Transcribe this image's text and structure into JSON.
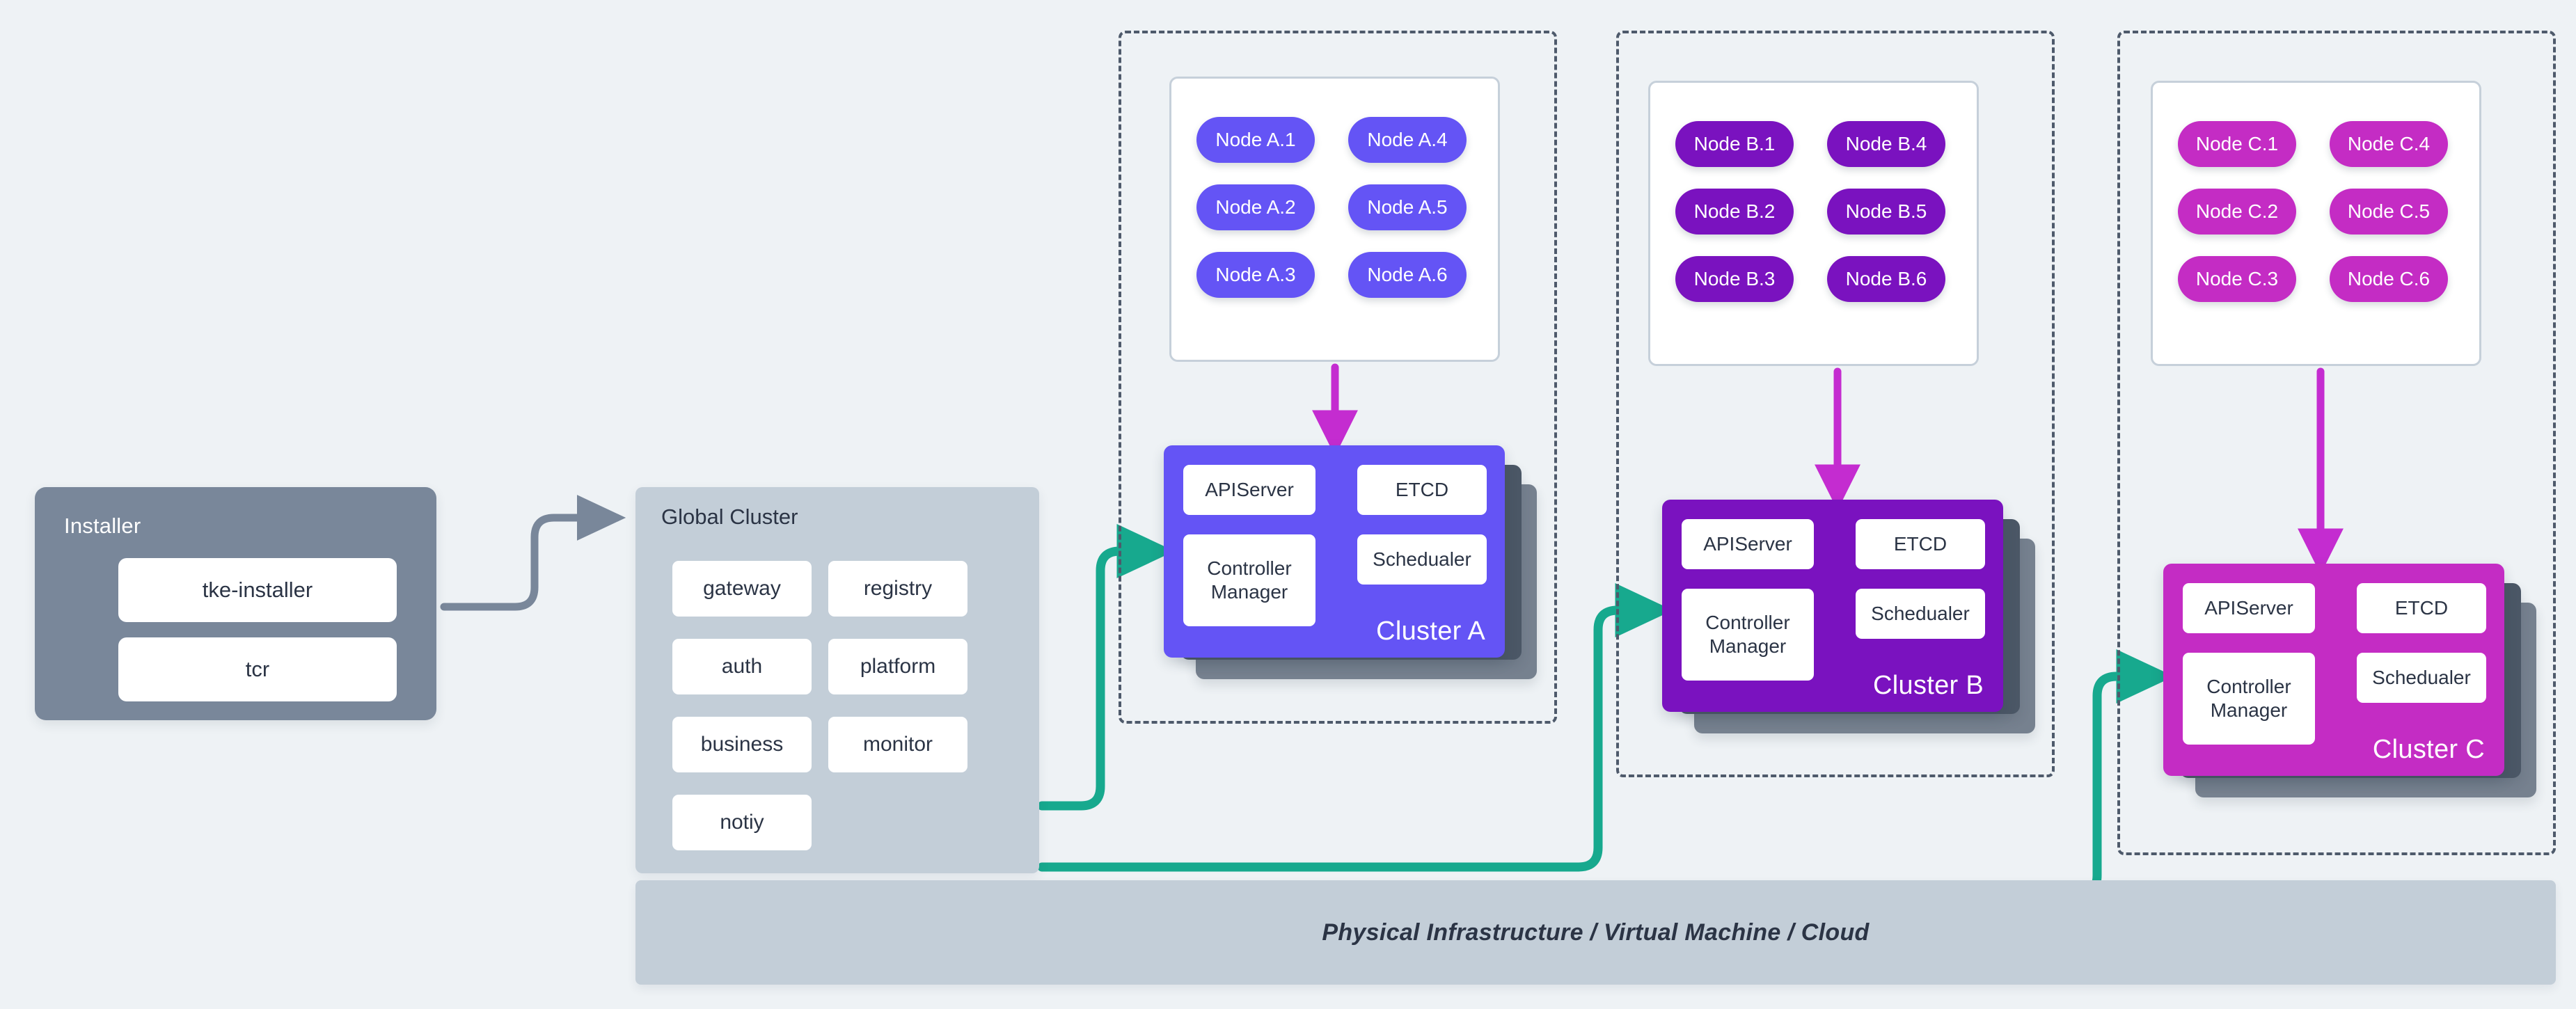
{
  "theme": {
    "background": "#eef2f5",
    "panel_gray": "#79879a",
    "panel_blue_gray": "#c3ced8",
    "text_dark": "#2b3445",
    "boundary_dash": "#4e5a6b",
    "wire_gray": "#79879a",
    "wire_teal": "#17a98e",
    "arrow_magenta": "#c42cd0",
    "stack_shadow_dark": "#4b5766",
    "stack_shadow_light": "#76818f"
  },
  "installer": {
    "title": "Installer",
    "items": [
      {
        "label": "tke-installer"
      },
      {
        "label": "tcr"
      }
    ]
  },
  "global_cluster": {
    "title": "Global Cluster",
    "services": [
      {
        "label": "gateway"
      },
      {
        "label": "registry"
      },
      {
        "label": "auth"
      },
      {
        "label": "platform"
      },
      {
        "label": "business"
      },
      {
        "label": "monitor"
      },
      {
        "label": "notiy"
      }
    ]
  },
  "clusters": [
    {
      "name": "Cluster A",
      "accent": "#6454f5",
      "node_accent": "#6454f5",
      "nodes": [
        {
          "label": "Node A.1"
        },
        {
          "label": "Node A.2"
        },
        {
          "label": "Node A.3"
        },
        {
          "label": "Node A.4"
        },
        {
          "label": "Node A.5"
        },
        {
          "label": "Node A.6"
        }
      ],
      "control_plane": [
        {
          "label": "APIServer"
        },
        {
          "label": "ETCD"
        },
        {
          "label": "Controller Manager"
        },
        {
          "label": "Schedualer"
        }
      ]
    },
    {
      "name": "Cluster B",
      "accent": "#7a12bf",
      "node_accent": "#7a12bf",
      "nodes": [
        {
          "label": "Node B.1"
        },
        {
          "label": "Node B.2"
        },
        {
          "label": "Node B.3"
        },
        {
          "label": "Node B.4"
        },
        {
          "label": "Node B.5"
        },
        {
          "label": "Node B.6"
        }
      ],
      "control_plane": [
        {
          "label": "APIServer"
        },
        {
          "label": "ETCD"
        },
        {
          "label": "Controller Manager"
        },
        {
          "label": "Schedualer"
        }
      ]
    },
    {
      "name": "Cluster C",
      "accent": "#c42cc4",
      "node_accent": "#c42cc4",
      "nodes": [
        {
          "label": "Node C.1"
        },
        {
          "label": "Node C.2"
        },
        {
          "label": "Node C.3"
        },
        {
          "label": "Node C.4"
        },
        {
          "label": "Node C.5"
        },
        {
          "label": "Node C.6"
        }
      ],
      "control_plane": [
        {
          "label": "APIServer"
        },
        {
          "label": "ETCD"
        },
        {
          "label": "Controller Manager"
        },
        {
          "label": "Schedualer"
        }
      ]
    }
  ],
  "infrastructure": {
    "label": "Physical Infrastructure / Virtual Machine / Cloud"
  }
}
